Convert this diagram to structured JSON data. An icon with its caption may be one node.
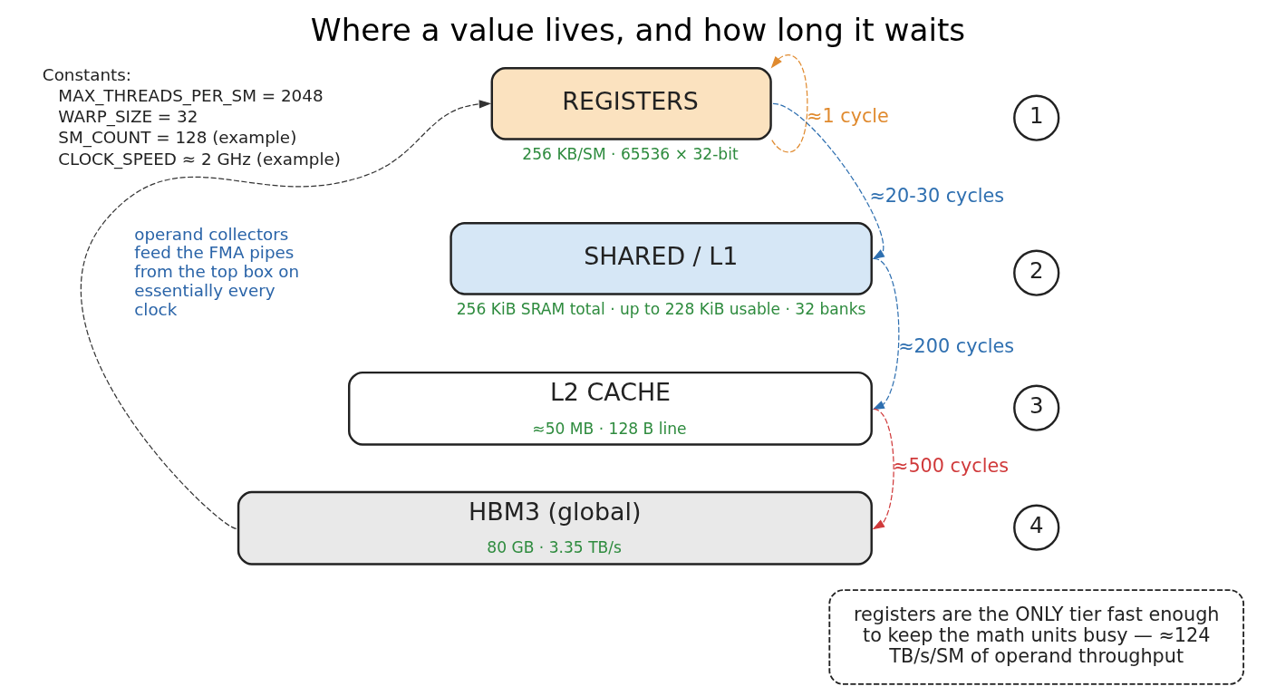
{
  "diagram": {
    "title": "Where a value lives, and how long it waits",
    "nodes": [
      {
        "text": [
          "REGISTERS"
        ],
        "beside": [
          "256 KB/SM · 65536 × 32-bit"
        ]
      },
      {
        "text": [
          "SHARED / L1"
        ],
        "beside": [
          "256 KiB SRAM total · up to 228 KiB usable · 32 banks"
        ]
      },
      {
        "text": [
          "L2 CACHE",
          "≈50 MB · 128 B line"
        ]
      },
      {
        "text": [
          "HBM3 (global)",
          "80 GB · 3.35 TB/s"
        ]
      },
      {
        "text": [
          "1"
        ]
      },
      {
        "text": [
          "2"
        ]
      },
      {
        "text": [
          "3"
        ]
      },
      {
        "text": [
          "4"
        ]
      },
      {
        "text": [
          "registers are the ONLY tier fast enough to keep the math units busy — ≈124 TB/s/SM of operand throughput"
        ]
      }
    ],
    "edges": [
      {
        "from": 0,
        "to": 0,
        "arrow": "to",
        "label": "≈1 cycle",
        "style": "dashed",
        "color": "#e08a2e"
      },
      {
        "from": 0,
        "to": 1,
        "arrow": "to",
        "label": "≈20-30 cycles",
        "style": "dashed",
        "color": "#2e6fb0"
      },
      {
        "from": 1,
        "to": 2,
        "arrow": "to",
        "label": "≈200 cycles",
        "style": "dashed",
        "color": "#2e6fb0"
      },
      {
        "from": 2,
        "to": 3,
        "arrow": "to",
        "label": "≈500 cycles",
        "style": "dashed",
        "color": "#d0393a"
      },
      {
        "from": 3,
        "to": 0,
        "arrow": "to",
        "style": "dashed",
        "color": "#333333"
      }
    ],
    "labels": [
      "Constants:",
      "MAX_THREADS_PER_SM = 2048",
      "WARP_SIZE = 32",
      "SM_COUNT = 128 (example)",
      "CLOCK_SPEED ≈ 2 GHz (example)",
      "operand collectors feed the FMA pipes from the top box on essentially every clock"
    ]
  }
}
